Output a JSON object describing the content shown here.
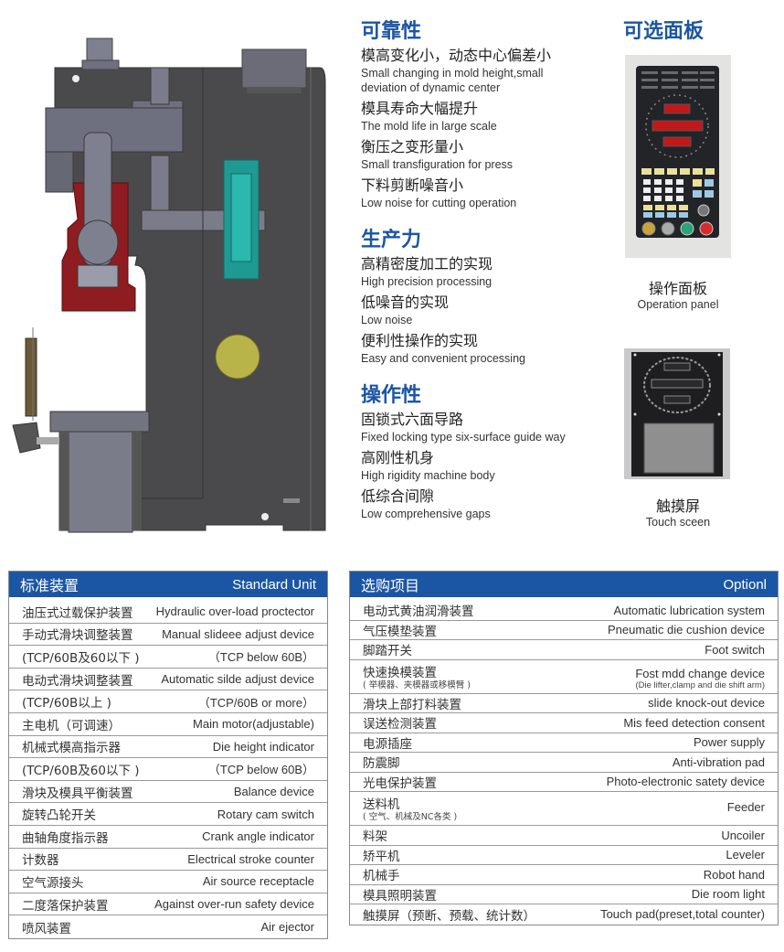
{
  "features": {
    "sections": [
      {
        "title": "可靠性",
        "items": [
          {
            "cn": "模高变化小，动态中心偏差小",
            "en": "Small changing in mold height,small deviation of dynamic center"
          },
          {
            "cn": "模具寿命大幅提升",
            "en": "The mold life in large scale"
          },
          {
            "cn": "衡压之变形量小",
            "en": "Small transfiguration for press"
          },
          {
            "cn": "下料剪断噪音小",
            "en": "Low noise for cutting operation"
          }
        ]
      },
      {
        "title": "生产力",
        "items": [
          {
            "cn": "高精密度加工的实现",
            "en": "High precision processing"
          },
          {
            "cn": "低噪音的实现",
            "en": "Low noise"
          },
          {
            "cn": "便利性操作的实现",
            "en": "Easy and convenient processing"
          }
        ]
      },
      {
        "title": "操作性",
        "items": [
          {
            "cn": "固锁式六面导路",
            "en": "Fixed locking type six-surface guide way"
          },
          {
            "cn": "高刚性机身",
            "en": "High rigidity machine body"
          },
          {
            "cn": "低综合间隙",
            "en": "Low comprehensive gaps"
          }
        ]
      }
    ]
  },
  "optional_panels": {
    "title": "可选面板",
    "operation_panel": {
      "cn": "操作面板",
      "en": "Operation panel"
    },
    "touch_screen": {
      "cn": "触摸屏",
      "en": "Touch sceen"
    }
  },
  "standard_unit": {
    "header_cn": "标准装置",
    "header_en": "Standard Unit",
    "rows": [
      {
        "cn": "油压式过载保护装置",
        "en": "Hydraulic over-load proctector"
      },
      {
        "cn": "手动式滑块调整装置",
        "en": "Manual slideee adjust device"
      },
      {
        "cn": "(TCP/60B及60以下 )",
        "en": "（TCP below 60B）"
      },
      {
        "cn": "电动式滑块调整装置",
        "en": "Automatic silde adjust device"
      },
      {
        "cn": "(TCP/60B以上 )",
        "en": "（TCP/60B or more）"
      },
      {
        "cn": "主电机（可调速）",
        "en": "Main motor(adjustable)"
      },
      {
        "cn": "机械式模高指示器",
        "en": "Die height indicator"
      },
      {
        "cn": "(TCP/60B及60以下 )",
        "en": "（TCP below 60B）"
      },
      {
        "cn": "滑块及模具平衡装置",
        "en": "Balance device"
      },
      {
        "cn": "旋转凸轮开关",
        "en": "Rotary cam switch"
      },
      {
        "cn": "曲轴角度指示器",
        "en": "Crank angle indicator"
      },
      {
        "cn": "计数器",
        "en": "Electrical stroke counter"
      },
      {
        "cn": "空气源接头",
        "en": "Air source receptacle"
      },
      {
        "cn": "二度落保护装置",
        "en": "Against over-run safety device"
      },
      {
        "cn": "喷风装置",
        "en": "Air ejector"
      }
    ]
  },
  "optional_items": {
    "header_cn": "选购项目",
    "header_en": "Optionl",
    "rows": [
      {
        "cn": "电动式黄油润滑装置",
        "en": "Automatic lubrication system"
      },
      {
        "cn": "气压模垫装置",
        "en": "Pneumatic die cushion device"
      },
      {
        "cn": "脚踏开关",
        "en": "Foot switch"
      },
      {
        "cn": "快速换模装置",
        "cn_sub": "( 举模器、夹模器或移模臂 )",
        "en": "Fost mdd change device",
        "en_sub": "(Die lifter,clamp and die shift arm)"
      },
      {
        "cn": "滑块上部打料装置",
        "en": "slide knock-out device"
      },
      {
        "cn": "误送检测装置",
        "en": "Mis feed detection consent"
      },
      {
        "cn": "电源插座",
        "en": "Power supply"
      },
      {
        "cn": "防震脚",
        "en": "Anti-vibration pad"
      },
      {
        "cn": "光电保护装置",
        "en": "Photo-electronic satety device"
      },
      {
        "cn": "送料机",
        "cn_sub": "( 空气、机械及NC各类 )",
        "en": "Feeder"
      },
      {
        "cn": "料架",
        "en": "Uncoiler"
      },
      {
        "cn": "矫平机",
        "en": "Leveler"
      },
      {
        "cn": "机械手",
        "en": "Robot hand"
      },
      {
        "cn": "模具照明装置",
        "en": "Die room light"
      },
      {
        "cn": "触摸屏（预断、预载、统计数）",
        "en": "Touch pad(preset,total counter)"
      }
    ]
  },
  "colors": {
    "accent_blue": "#1b56a4",
    "machine_body": "#4a4a4c",
    "slide_red": "#8e1c20",
    "flywheel_teal": "#1e9a92",
    "motor_olive": "#b8b44a"
  }
}
